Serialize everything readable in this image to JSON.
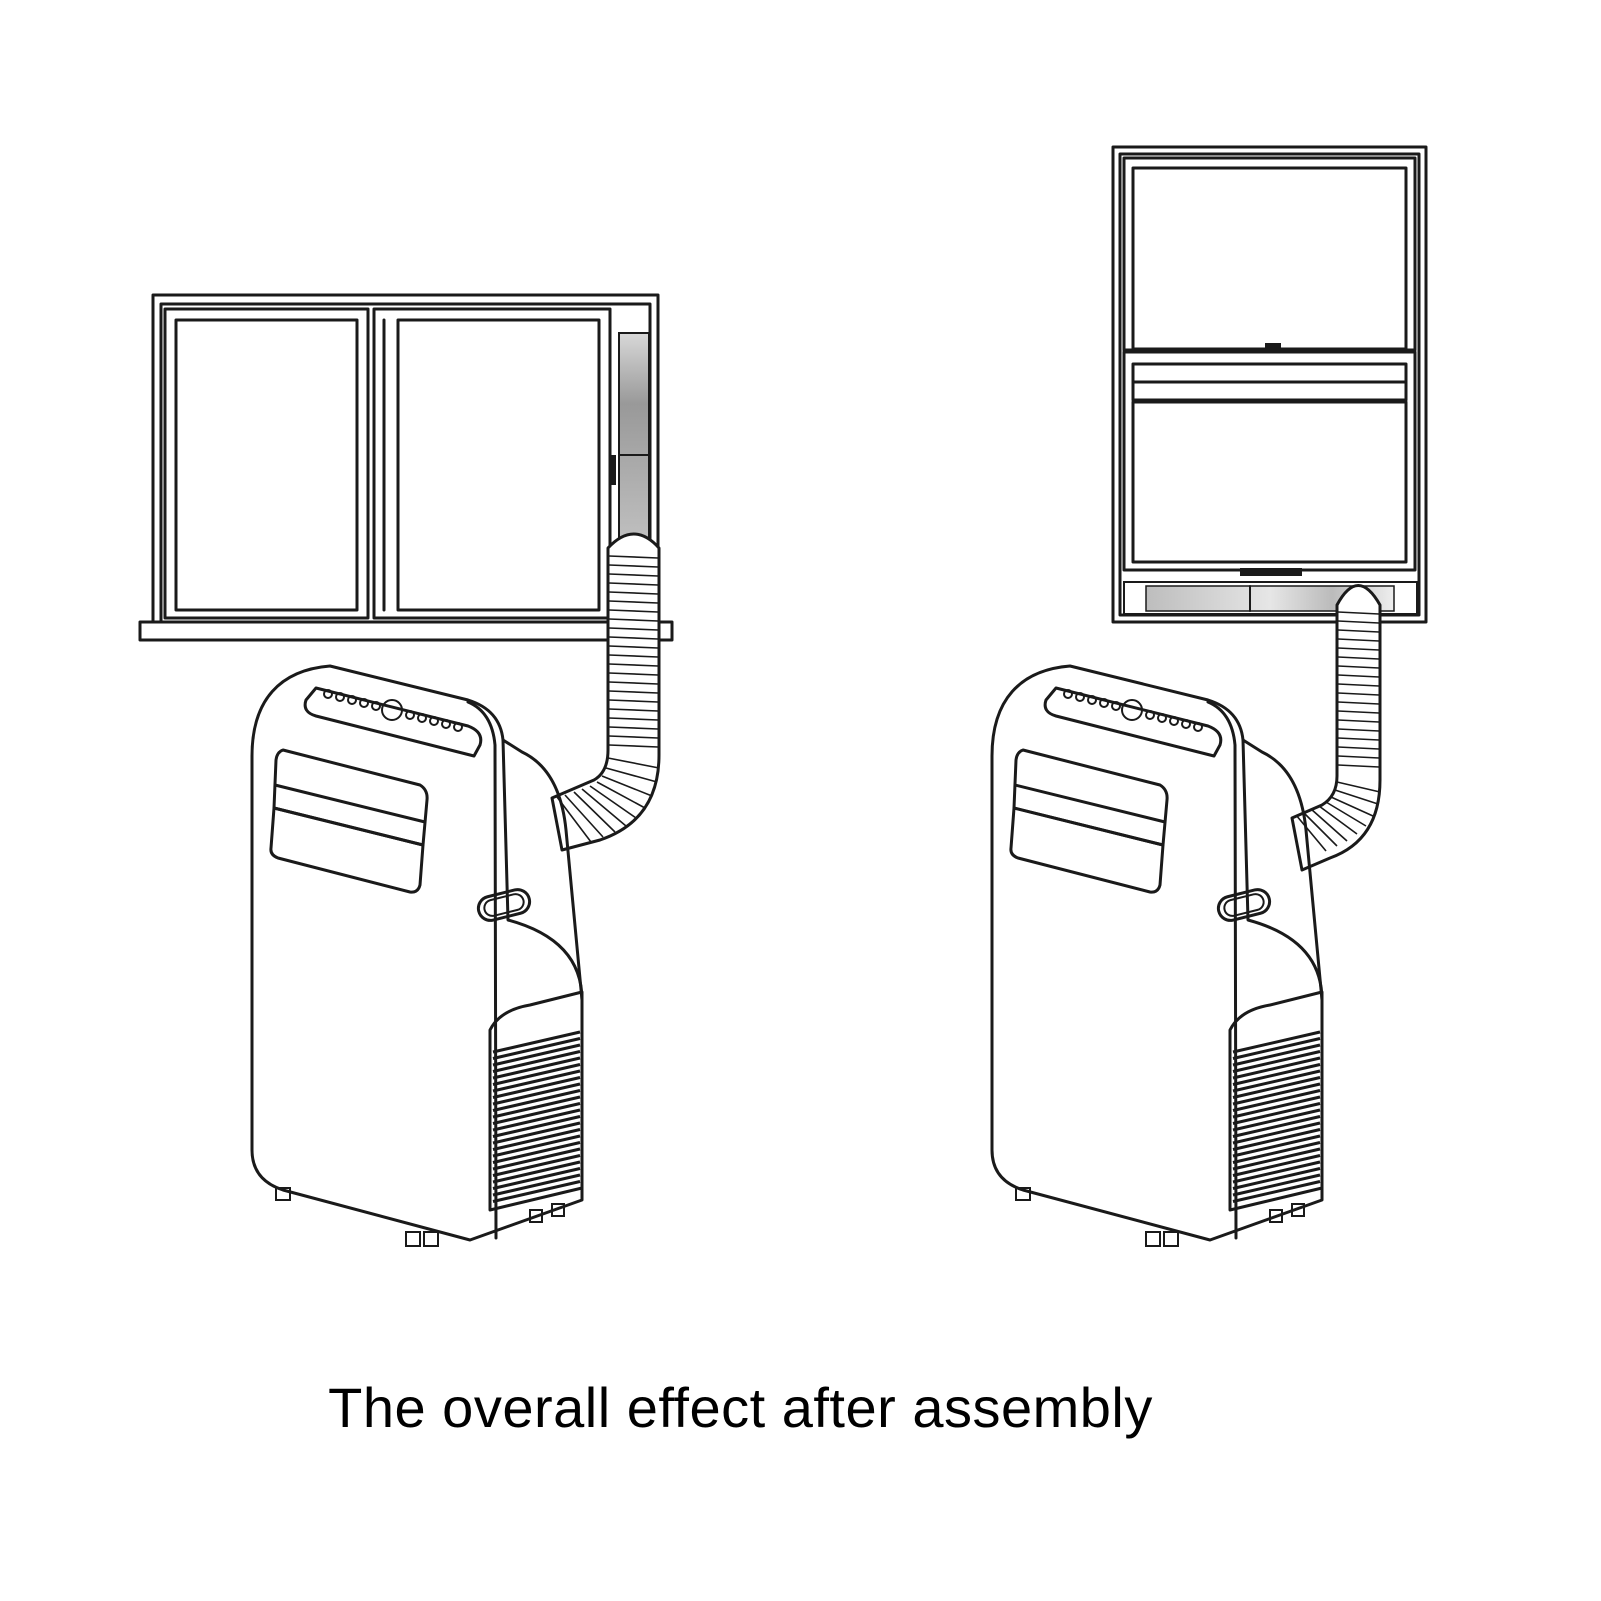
{
  "caption": "The overall effect after assembly",
  "colors": {
    "line": "#1a1a1a",
    "panel_light": "#eeeeee",
    "panel_dark": "#999999",
    "background": "#ffffff",
    "caption_text": "#000000"
  },
  "scenes": [
    {
      "window_type": "sliding-window",
      "icon": "sliding-window-icon"
    },
    {
      "window_type": "hung-window",
      "icon": "hung-window-icon"
    }
  ]
}
